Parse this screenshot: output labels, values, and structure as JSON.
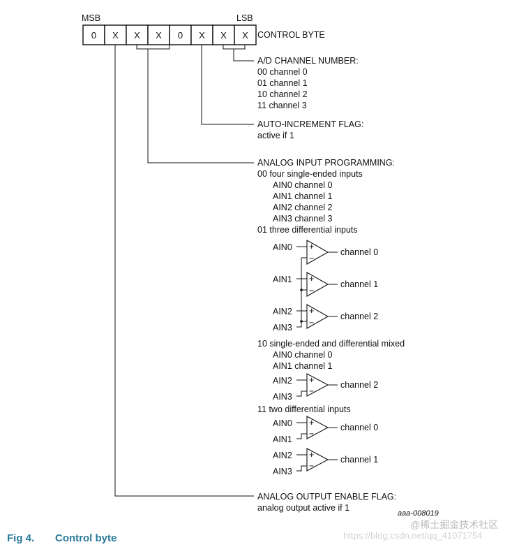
{
  "control_byte": {
    "msb_label": "MSB",
    "lsb_label": "LSB",
    "bits": [
      "0",
      "X",
      "X",
      "X",
      "0",
      "X",
      "X",
      "X"
    ],
    "title": "CONTROL BYTE"
  },
  "ad_channel": {
    "title": "A/D CHANNEL NUMBER:",
    "lines": [
      "00  channel 0",
      "01  channel 1",
      "10  channel 2",
      "11  channel 3"
    ]
  },
  "auto_increment": {
    "title": "AUTO-INCREMENT FLAG:",
    "lines": [
      "active if 1"
    ]
  },
  "analog_input": {
    "title": "ANALOG INPUT PROGRAMMING:",
    "mode00": {
      "heading": "00  four single-ended inputs",
      "lines": [
        "AIN0  channel 0",
        "AIN1  channel 1",
        "AIN2  channel 2",
        "AIN3  channel 3"
      ]
    },
    "mode01": {
      "heading": "01  three differential inputs",
      "labels": {
        "ain0": "AIN0",
        "ain1": "AIN1",
        "ain2": "AIN2",
        "ain3": "AIN3"
      },
      "outputs": [
        "channel 0",
        "channel 1",
        "channel 2"
      ]
    },
    "mode10": {
      "heading": "10  single-ended and differential mixed",
      "lines": [
        "AIN0  channel 0",
        "AIN1  channel 1"
      ],
      "labels": {
        "ain2": "AIN2",
        "ain3": "AIN3"
      },
      "output": "channel 2"
    },
    "mode11": {
      "heading": "11  two differential inputs",
      "labels": {
        "ain0": "AIN0",
        "ain1": "AIN1",
        "ain2": "AIN2",
        "ain3": "AIN3"
      },
      "outputs": [
        "channel 0",
        "channel 1"
      ]
    },
    "plus_sign": "+",
    "minus_sign": "−"
  },
  "analog_output": {
    "title": "ANALOG OUTPUT ENABLE FLAG:",
    "lines": [
      "analog output active if 1"
    ]
  },
  "figure_ref": "aaa-008019",
  "watermark": {
    "top": "@稀土掘金技术社区",
    "bottom": "https://blog.csdn.net/qq_41071754"
  },
  "caption": {
    "number": "Fig 4.",
    "title": "Control byte"
  }
}
